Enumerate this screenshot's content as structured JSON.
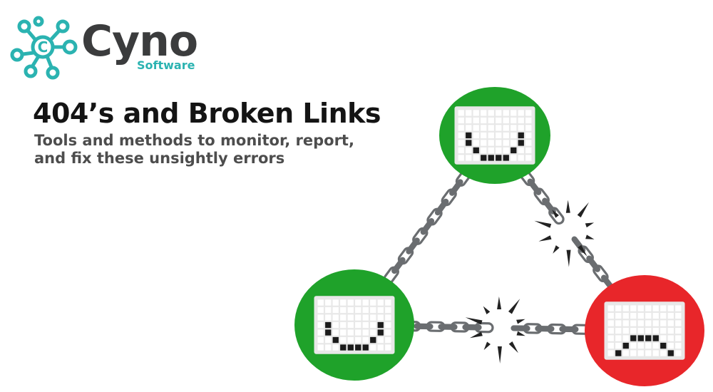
{
  "logo": {
    "name": "Cyno",
    "tagline": "Software",
    "colors": {
      "mark": "#2bb3b1",
      "text": "#3b3c3d"
    }
  },
  "headline": "404’s and Broken Links",
  "subheadline": {
    "line1": "Tools and methods to monitor, report,",
    "line2": "and fix these unsightly errors"
  },
  "illustration": {
    "nodes": [
      {
        "name": "top",
        "status": "happy",
        "color": "#1fa22a"
      },
      {
        "name": "bottom-left",
        "status": "happy",
        "color": "#1fa22a"
      },
      {
        "name": "bottom-right",
        "status": "sad",
        "color": "#e8262a"
      }
    ],
    "links": [
      {
        "from": "top",
        "to": "bottom-left",
        "status": "intact"
      },
      {
        "from": "top",
        "to": "bottom-right",
        "status": "broken"
      },
      {
        "from": "bottom-left",
        "to": "bottom-right",
        "status": "broken"
      }
    ],
    "chain_color": "#6a6d70"
  }
}
